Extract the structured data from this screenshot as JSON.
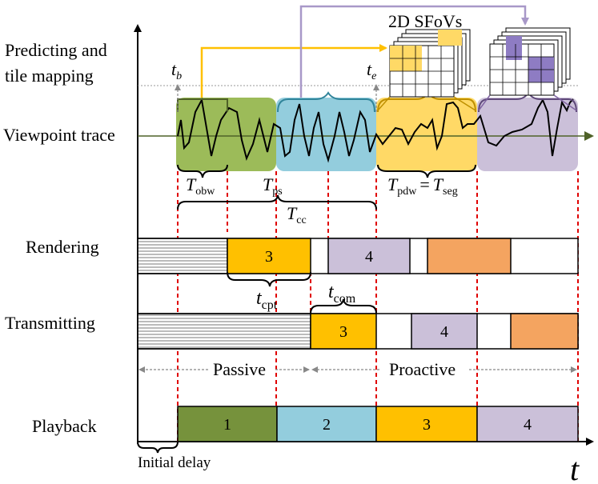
{
  "rows": {
    "predicting_line1": "Predicting and",
    "predicting_line2": "tile mapping",
    "viewpoint": "Viewpoint trace",
    "rendering": "Rendering",
    "transmitting": "Transmitting",
    "playback": "Playback"
  },
  "sfov_title": "2D SFoVs",
  "markers": {
    "tb": "t",
    "tb_sub": "b",
    "te": "t",
    "te_sub": "e"
  },
  "intervals": {
    "tobw": "T",
    "tobw_sub": "obw",
    "tps": "T",
    "tps_sub": "ps",
    "tcc": "T",
    "tcc_sub": "cc",
    "tpdw": "T",
    "tpdw_sub": "pdw",
    "eq": "=",
    "tseg": "T",
    "tseg_sub": "seg",
    "tcpt": "t",
    "tcpt_sub": "cpt",
    "tcom": "t",
    "tcom_sub": "com"
  },
  "phases": {
    "passive": "Passive",
    "proactive": "Proactive"
  },
  "rendering_blocks": [
    "3",
    "4"
  ],
  "transmitting_blocks": [
    "3",
    "4"
  ],
  "playback_blocks": [
    "1",
    "2",
    "3",
    "4"
  ],
  "initial_delay": "Initial delay",
  "time_axis": "t",
  "colors": {
    "green": "#9cbb59",
    "dark_green": "#76923c",
    "blue": "#93cddd",
    "yellow": "#ffc000",
    "light_yellow": "#ffd966",
    "purple": "#cbc0d9",
    "orange": "#f4a460",
    "arrow_yellow": "#ffc000",
    "arrow_purple": "#a898c8",
    "dashed_red": "#e00000"
  }
}
